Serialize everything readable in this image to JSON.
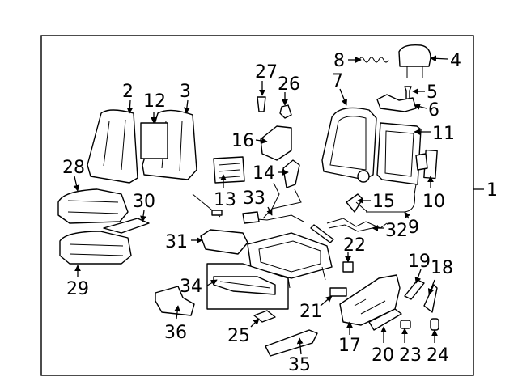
{
  "figure": {
    "outer_label": "1",
    "callouts": [
      "2",
      "3",
      "4",
      "5",
      "6",
      "7",
      "8",
      "9",
      "10",
      "11",
      "12",
      "13",
      "14",
      "15",
      "16",
      "17",
      "18",
      "19",
      "20",
      "21",
      "22",
      "23",
      "24",
      "25",
      "26",
      "27",
      "28",
      "29",
      "30",
      "31",
      "32",
      "33",
      "34",
      "35",
      "36"
    ]
  }
}
